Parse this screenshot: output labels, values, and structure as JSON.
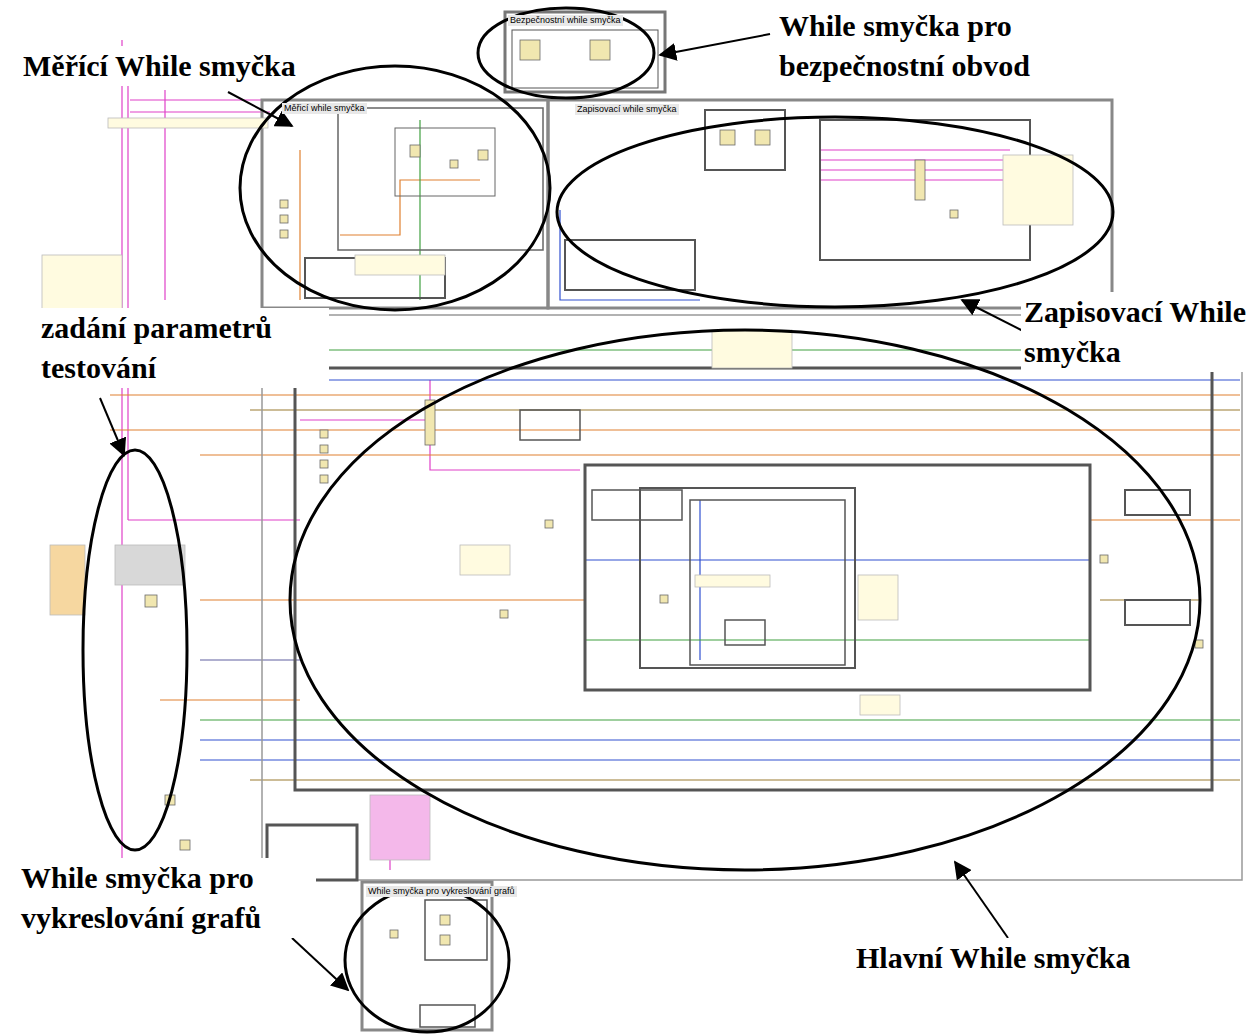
{
  "diagram": {
    "labels": [
      "While smyčka pro bezpečnostní obvod",
      "Bezpečnostní while smyčka",
      "Měřící While smyčka",
      "Měřicí while smyčka",
      "Zapisovací while smyčka",
      "Zapisovací While smyčka",
      "zadání parametrů testování",
      "While smyčka pro vykreslování grafů",
      "While smyčka pro vykreslování grafů",
      "Hlavní While smyčka"
    ]
  }
}
